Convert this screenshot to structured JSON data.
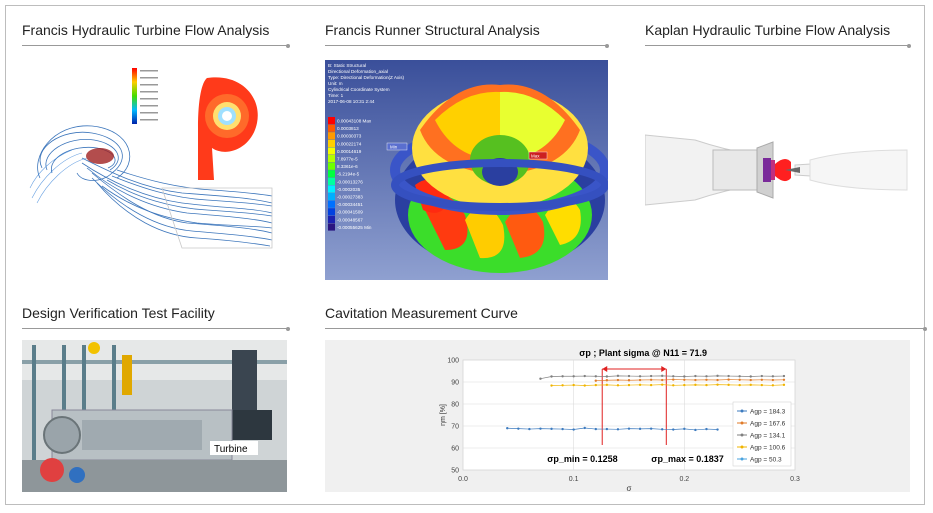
{
  "sections": [
    {
      "title": "Francis Hydraulic Turbine Flow Analysis"
    },
    {
      "title": "Francis Runner Structural  Analysis"
    },
    {
      "title": "Kaplan Hydraulic Turbine Flow Analysis"
    },
    {
      "title": "Design Verification Test Facility"
    },
    {
      "title": "Cavitation Measurement Curve"
    }
  ],
  "photo_label": "Turbine",
  "structural": {
    "header": [
      "B: Static Structural",
      "Directional Deformation_axial",
      "Type: Directional Deformation(Z Axis)",
      "Unit: m",
      "Cylindrical Coordinate System",
      "Time: 1",
      "2017-06-08 10:31 2:44"
    ],
    "legend": [
      "0.00043108 Max",
      "0.0003813",
      "0.00030373",
      "0.00022174",
      "0.00014619",
      "7.8977e-5",
      "8.3361e-6",
      "-6.2194e-5",
      "-0.00013276",
      "-0.0002035",
      "-0.00027383",
      "-0.00034451",
      "-0.00041509",
      "-0.00048567",
      "-0.00055625 Min"
    ],
    "legend_colors": [
      "#ff0000",
      "#ff5a00",
      "#ff9a00",
      "#ffd000",
      "#f4ff00",
      "#b4ff00",
      "#6cff00",
      "#00ff40",
      "#00ffa0",
      "#00f0ff",
      "#00b0ff",
      "#0070ff",
      "#0040e0",
      "#1a20b0",
      "#2a1480"
    ],
    "min_tag": "Min",
    "max_tag": "Max"
  },
  "chart_data": {
    "type": "scatter",
    "title": "σp ; Plant sigma @ N11 = 71.9",
    "xlabel": "σ",
    "ylabel": "ηm [%]",
    "xlim": [
      0.0,
      0.3
    ],
    "ylim": [
      50,
      100
    ],
    "x_ticks": [
      "0.0",
      "0.1",
      "0.2",
      "0.3"
    ],
    "y_ticks": [
      "50",
      "60",
      "70",
      "80",
      "90",
      "100"
    ],
    "grid": true,
    "legend_position": "right",
    "annotations": {
      "sigma_min": {
        "label": "σp_min = 0.1258",
        "x": 0.1258
      },
      "sigma_max": {
        "label": "σp_max = 0.1837",
        "x": 0.1837
      }
    },
    "series": [
      {
        "name": "Agp = 184.3",
        "color": "#3d7bbf",
        "x": [
          0.04,
          0.05,
          0.06,
          0.07,
          0.08,
          0.09,
          0.1,
          0.11,
          0.12,
          0.13,
          0.14,
          0.15,
          0.16,
          0.17,
          0.18,
          0.19,
          0.2,
          0.21,
          0.22,
          0.23
        ],
        "y": [
          69,
          68.8,
          68.6,
          68.8,
          68.7,
          68.6,
          68.4,
          69.1,
          68.6,
          68.6,
          68.5,
          68.8,
          68.7,
          68.8,
          68.5,
          68.4,
          68.7,
          68.2,
          68.6,
          68.4
        ]
      },
      {
        "name": "Agp = 167.6",
        "color": "#e07b2a",
        "x": [
          0.12,
          0.13,
          0.14,
          0.15,
          0.16,
          0.17,
          0.18,
          0.19,
          0.2,
          0.21,
          0.22,
          0.23,
          0.24,
          0.25,
          0.26,
          0.27,
          0.28,
          0.29
        ],
        "y": [
          90.6,
          90.8,
          90.9,
          90.8,
          90.9,
          91.0,
          90.9,
          91.1,
          91.0,
          90.9,
          91.0,
          90.9,
          91.1,
          91.0,
          90.9,
          91.0,
          90.9,
          91.0
        ]
      },
      {
        "name": "Agp = 134.1",
        "color": "#808080",
        "x": [
          0.07,
          0.08,
          0.09,
          0.1,
          0.11,
          0.12,
          0.13,
          0.14,
          0.15,
          0.16,
          0.17,
          0.18,
          0.19,
          0.2,
          0.21,
          0.22,
          0.23,
          0.24,
          0.25,
          0.26,
          0.27,
          0.28,
          0.29
        ],
        "y": [
          91.5,
          92.5,
          92.6,
          92.6,
          92.7,
          92.6,
          92.5,
          92.8,
          92.7,
          92.6,
          92.7,
          92.8,
          92.6,
          92.5,
          92.7,
          92.6,
          92.8,
          92.7,
          92.6,
          92.5,
          92.7,
          92.6,
          92.7
        ]
      },
      {
        "name": "Agp = 100.6",
        "color": "#f0b400",
        "x": [
          0.08,
          0.09,
          0.1,
          0.11,
          0.12,
          0.13,
          0.14,
          0.15,
          0.16,
          0.17,
          0.18,
          0.19,
          0.2,
          0.21,
          0.22,
          0.23,
          0.24,
          0.25,
          0.26,
          0.27,
          0.28,
          0.29
        ],
        "y": [
          88.4,
          88.5,
          88.6,
          88.4,
          88.6,
          88.7,
          88.5,
          88.6,
          88.7,
          88.6,
          88.8,
          88.5,
          88.6,
          88.7,
          88.6,
          88.8,
          88.7,
          88.6,
          88.7,
          88.6,
          88.5,
          88.7
        ]
      },
      {
        "name": "Agp = 50.3",
        "color": "#4aa3df",
        "x": [],
        "y": []
      }
    ]
  }
}
